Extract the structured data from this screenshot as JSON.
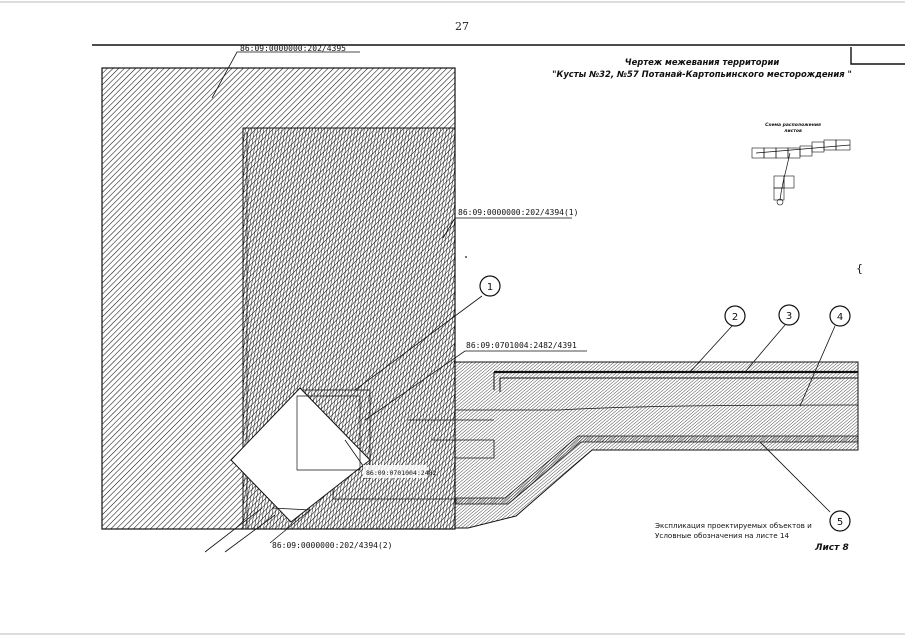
{
  "page_number": "27",
  "title": {
    "line1": "Чертеж межевания территории",
    "line2": "\"Кусты №32, №57 Потанай-Картопьинского месторождения \""
  },
  "parcels": {
    "p1": "86:09:0000000:202/4395",
    "p2": "86:09:0000000:202/4394(1)",
    "p3": "86:09:0701004:2482/4391",
    "p4": "86:09:0701004:2482",
    "p5": "86:09:0000000:202/4394(2)"
  },
  "inset": {
    "title_line1": "Схема расположения",
    "title_line2": "листов"
  },
  "callouts": [
    "1",
    "2",
    "3",
    "4",
    "5"
  ],
  "note": {
    "line1": "Экспликация проектируемых объектов и",
    "line2": "Условные обозначения на листе 14"
  },
  "sheet_label": "Лист 8",
  "edge_mark": "{"
}
